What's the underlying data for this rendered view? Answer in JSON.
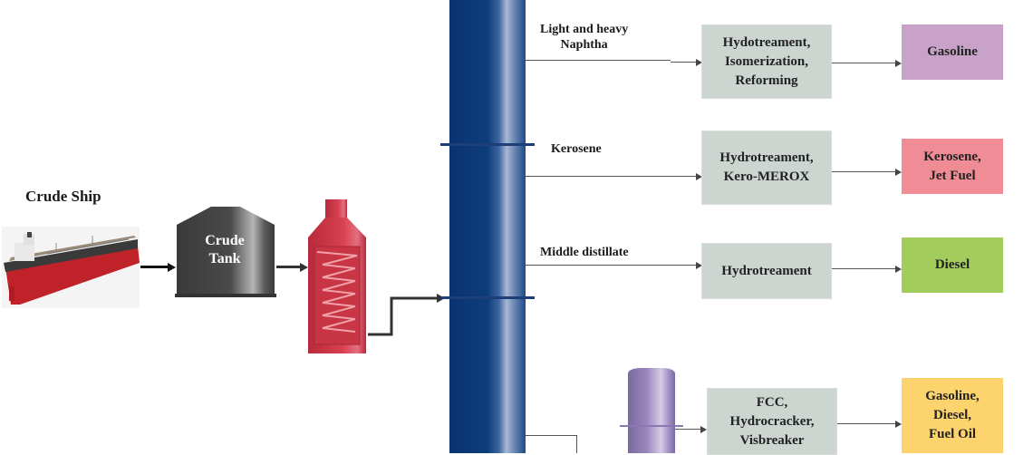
{
  "feed": {
    "ship_label": "Crude Ship",
    "tank_label_line1": "Crude",
    "tank_label_line2": "Tank"
  },
  "streams": [
    {
      "label": "Light and heavy\nNaphtha",
      "process": "Hydotreament,\nIsomerization,\nReforming",
      "product": "Gasoline",
      "product_color": "#c8a2c8"
    },
    {
      "label": "Kerosene",
      "process": "Hydrotreament,\nKero-MEROX",
      "product": "Kerosene,\nJet Fuel",
      "product_color": "#f08c96"
    },
    {
      "label": "Middle distillate",
      "process": "Hydrotreament",
      "product": "Diesel",
      "product_color": "#a2cc5c"
    },
    {
      "label": "",
      "process": "FCC,\nHydrocracker,\nVisbreaker",
      "product": "Gasoline,\nDiesel,\nFuel Oil",
      "product_color": "#fdd36e"
    }
  ],
  "colors": {
    "column_blue": "#0d3b7a",
    "furnace_red": "#d43a4c",
    "tank_gray": "#3c3c3c",
    "vacuum_purple": "#9a86bd",
    "process_box": "#ccd5cf"
  }
}
